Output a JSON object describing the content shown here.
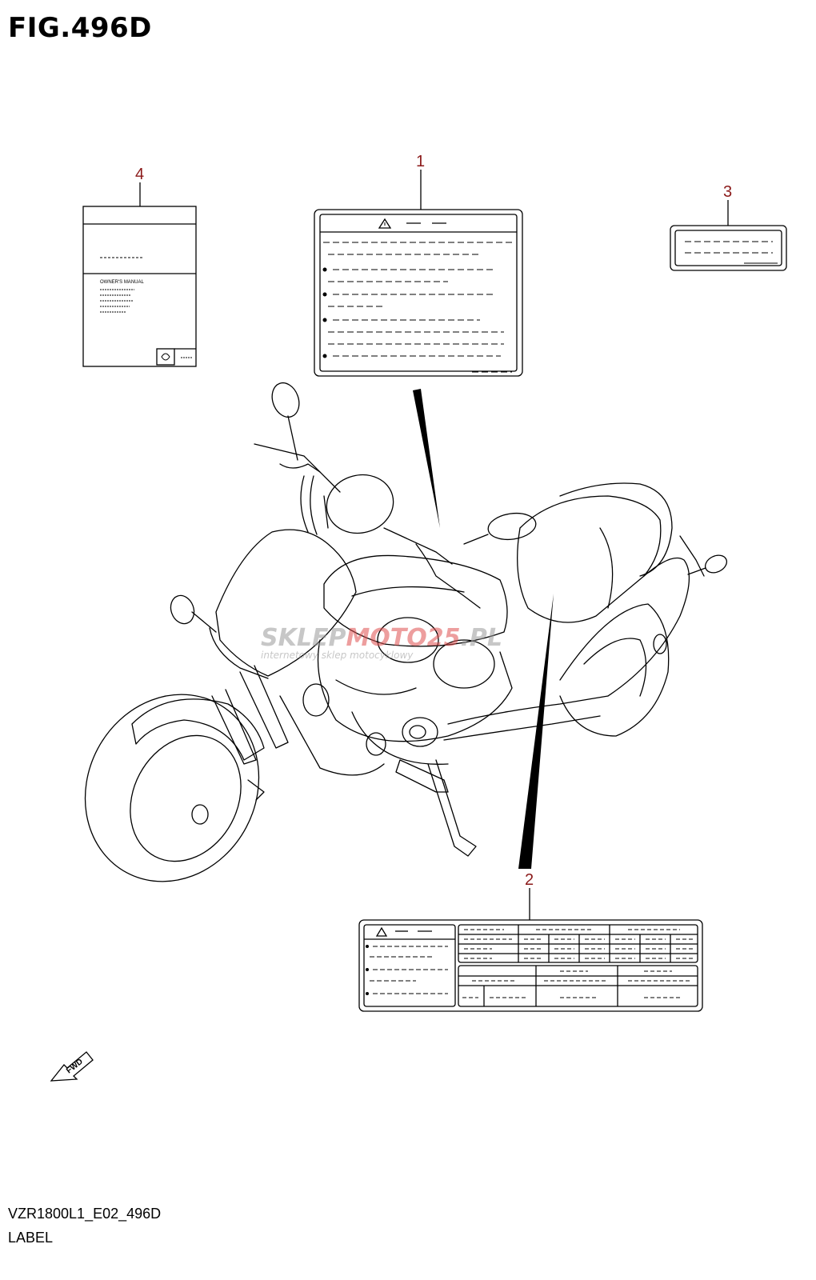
{
  "figure": {
    "title": "FIG.496D",
    "code": "VZR1800L1_E02_496D",
    "name": "LABEL"
  },
  "callouts": {
    "c1": "1",
    "c2": "2",
    "c3": "3",
    "c4": "4"
  },
  "label4": {
    "owners_manual": "OWNER'S MANUAL"
  },
  "fwd_arrow": {
    "text": "FWD",
    "icon": "forward-arrow-icon"
  },
  "watermark": {
    "brand_dark": "SKLEP",
    "brand_red": "MOTO",
    "brand_tail": "25",
    "brand_suffix": ".PL",
    "tagline": "internetowy sklep motocyklowy",
    "color_dark": "#9a9a9a",
    "color_red": "#e05050"
  },
  "colors": {
    "callout": "#8b1a1a",
    "line": "#000000"
  }
}
